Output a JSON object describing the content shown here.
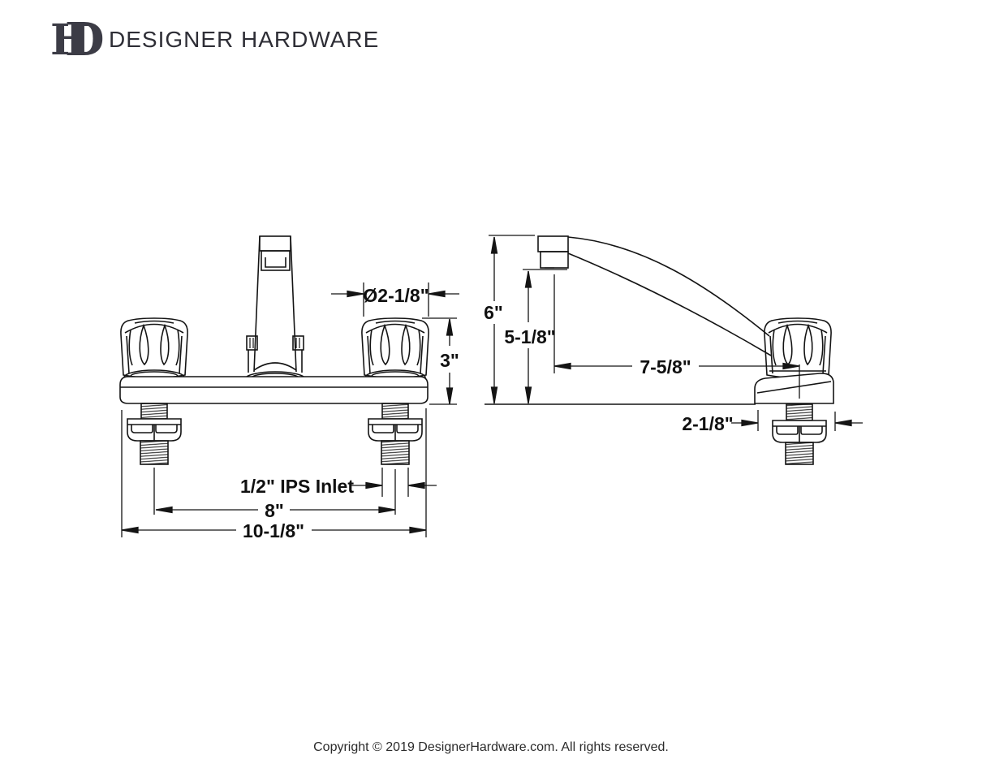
{
  "header": {
    "brand": "DESIGNER HARDWARE",
    "monogram_back_letter": "D",
    "monogram_front_letter": "H"
  },
  "drawing": {
    "title": "faucet-dimension-diagram",
    "front_view": {
      "handle_diameter_label": "Ø2-1/8\"",
      "handle_height_label": "3\"",
      "inlet_label": "1/2\" IPS Inlet",
      "handle_centers_label": "8\"",
      "overall_width_label": "10-1/8\""
    },
    "side_view": {
      "spout_height_label": "6\"",
      "outlet_height_label": "5-1/8\"",
      "spout_reach_label": "7-5/8\"",
      "shank_width_label": "2-1/8\""
    }
  },
  "footer": {
    "copyright": "Copyright © 2019 DesignerHardware.com. All rights reserved."
  },
  "colors": {
    "line": "#141414",
    "text": "#101010",
    "logo": "#3c3c46",
    "background": "#ffffff"
  }
}
